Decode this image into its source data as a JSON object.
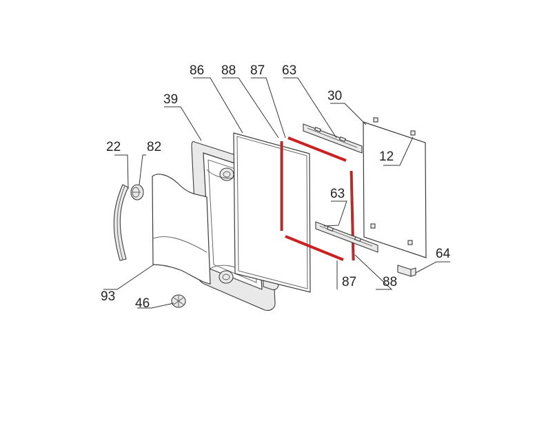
{
  "diagram": {
    "callouts": [
      {
        "id": "c86a",
        "text": "86"
      },
      {
        "id": "c88a",
        "text": "88"
      },
      {
        "id": "c87a",
        "text": "87"
      },
      {
        "id": "c63a",
        "text": "63"
      },
      {
        "id": "c39",
        "text": "39"
      },
      {
        "id": "c30",
        "text": "30"
      },
      {
        "id": "c22",
        "text": "22"
      },
      {
        "id": "c82",
        "text": "82"
      },
      {
        "id": "c12",
        "text": "12"
      },
      {
        "id": "c63b",
        "text": "63"
      },
      {
        "id": "c64",
        "text": "64"
      },
      {
        "id": "c93",
        "text": "93"
      },
      {
        "id": "c46",
        "text": "46"
      },
      {
        "id": "c87b",
        "text": "87"
      },
      {
        "id": "c88b",
        "text": "88"
      }
    ],
    "colors": {
      "line": "#3a3a3a",
      "gasket": "#cc2020",
      "label": "#222222"
    }
  }
}
